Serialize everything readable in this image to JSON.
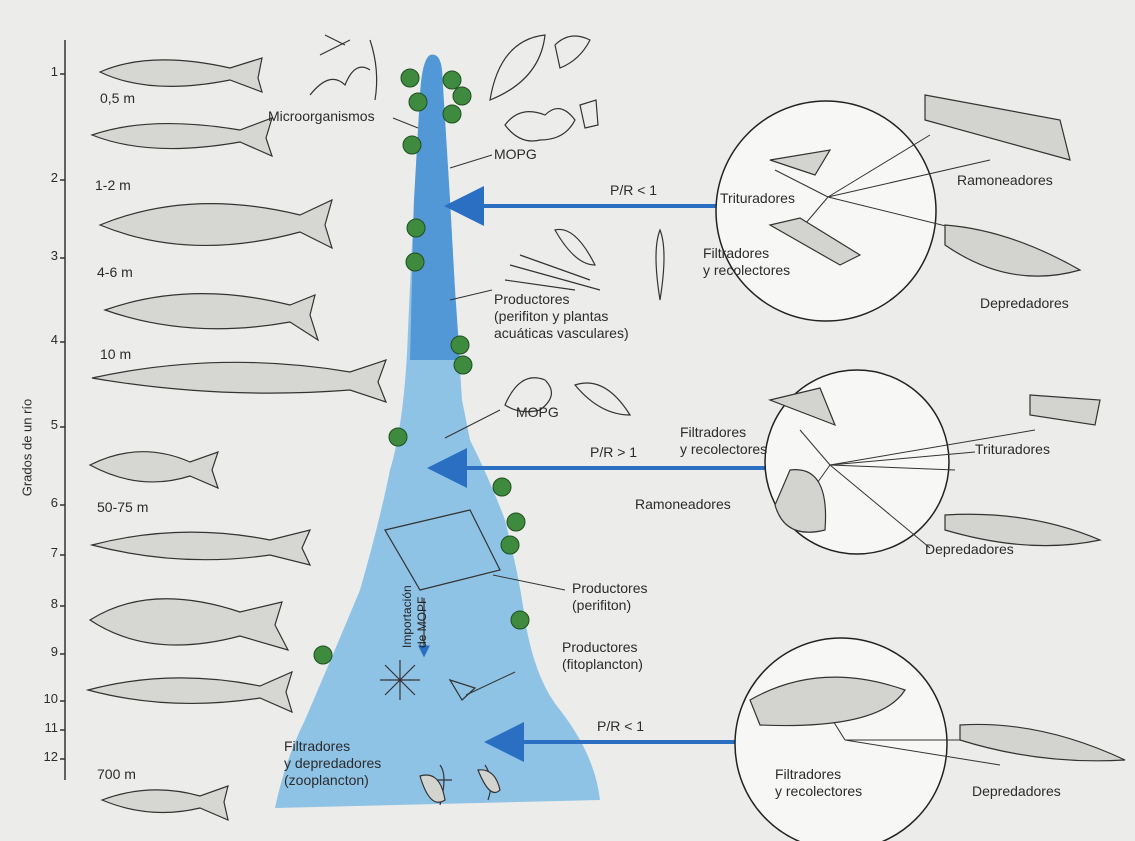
{
  "axis": {
    "label": "Grados de un río",
    "ticks": [
      "1",
      "2",
      "3",
      "4",
      "5",
      "6",
      "7",
      "8",
      "9",
      "10",
      "11",
      "12"
    ]
  },
  "fish_sizes": [
    "0,5 m",
    "1-2 m",
    "4-6 m",
    "10 m",
    "50-75 m",
    "700 m"
  ],
  "river_labels": {
    "microorganismos": "Microorganismos",
    "mopg_top": "MOPG",
    "productores_mid_1": "Productores",
    "productores_mid_2": "(perifiton y plantas",
    "productores_mid_3": "acuáticas vasculares)",
    "mopg_mid": "MOPG",
    "productores_perifiton_1": "Productores",
    "productores_perifiton_2": "(perifiton)",
    "productores_fito_1": "Productores",
    "productores_fito_2": "(fitoplancton)",
    "importacion_1": "Importación",
    "importacion_2": "de MOPF",
    "zoo_1": "Filtradores",
    "zoo_2": "y depredadores",
    "zoo_3": "(zooplancton)"
  },
  "arrows": {
    "top": "P/R < 1",
    "middle": "P/R > 1",
    "bottom": "P/R < 1"
  },
  "circle_top": {
    "trituradores": "Trituradores",
    "filtradores_1": "Filtradores",
    "filtradores_2": "y recolectores",
    "ramoneadores": "Ramoneadores",
    "depredadores": "Depredadores"
  },
  "circle_mid": {
    "filtradores_1": "Filtradores",
    "filtradores_2": "y recolectores",
    "trituradores": "Trituradores",
    "ramoneadores": "Ramoneadores",
    "depredadores": "Depredadores"
  },
  "circle_bot": {
    "filtradores_1": "Filtradores",
    "filtradores_2": "y recolectores",
    "depredadores": "Depredadores"
  },
  "colors": {
    "river": "#8fc3e6",
    "river_dark": "#2b79c9",
    "arrow": "#2a6fc2",
    "plant": "#3e8a3e"
  }
}
